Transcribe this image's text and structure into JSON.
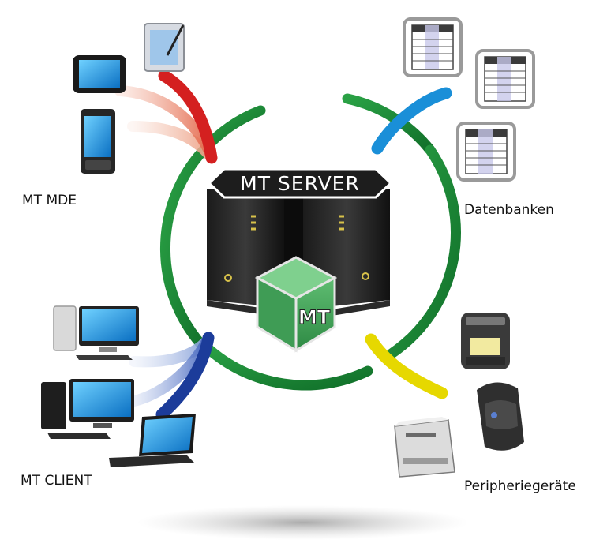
{
  "server": {
    "title": "MT SERVER",
    "cube_logo": "MT"
  },
  "groups": {
    "mde": {
      "label": "MT MDE",
      "icons": [
        "tablet-stylus-icon",
        "tablet-icon",
        "smartphone-icon"
      ]
    },
    "databases": {
      "label": "Datenbanken",
      "icons": [
        "database-table-icon",
        "database-table-icon",
        "database-table-icon"
      ]
    },
    "client": {
      "label": "MT CLIENT",
      "icons": [
        "desktop-pc-icon",
        "desktop-pc-icon",
        "laptop-icon"
      ]
    },
    "peripherals": {
      "label": "Peripheriegeräte",
      "icons": [
        "mobile-printer-icon",
        "mobile-printer-icon",
        "laser-printer-icon"
      ]
    }
  },
  "colors": {
    "ring": "#1e8a32",
    "mde_link": "#d42020",
    "db_link": "#1a8fd8",
    "client_link": "#1c3c9a",
    "peripheral_link": "#e6d800"
  }
}
